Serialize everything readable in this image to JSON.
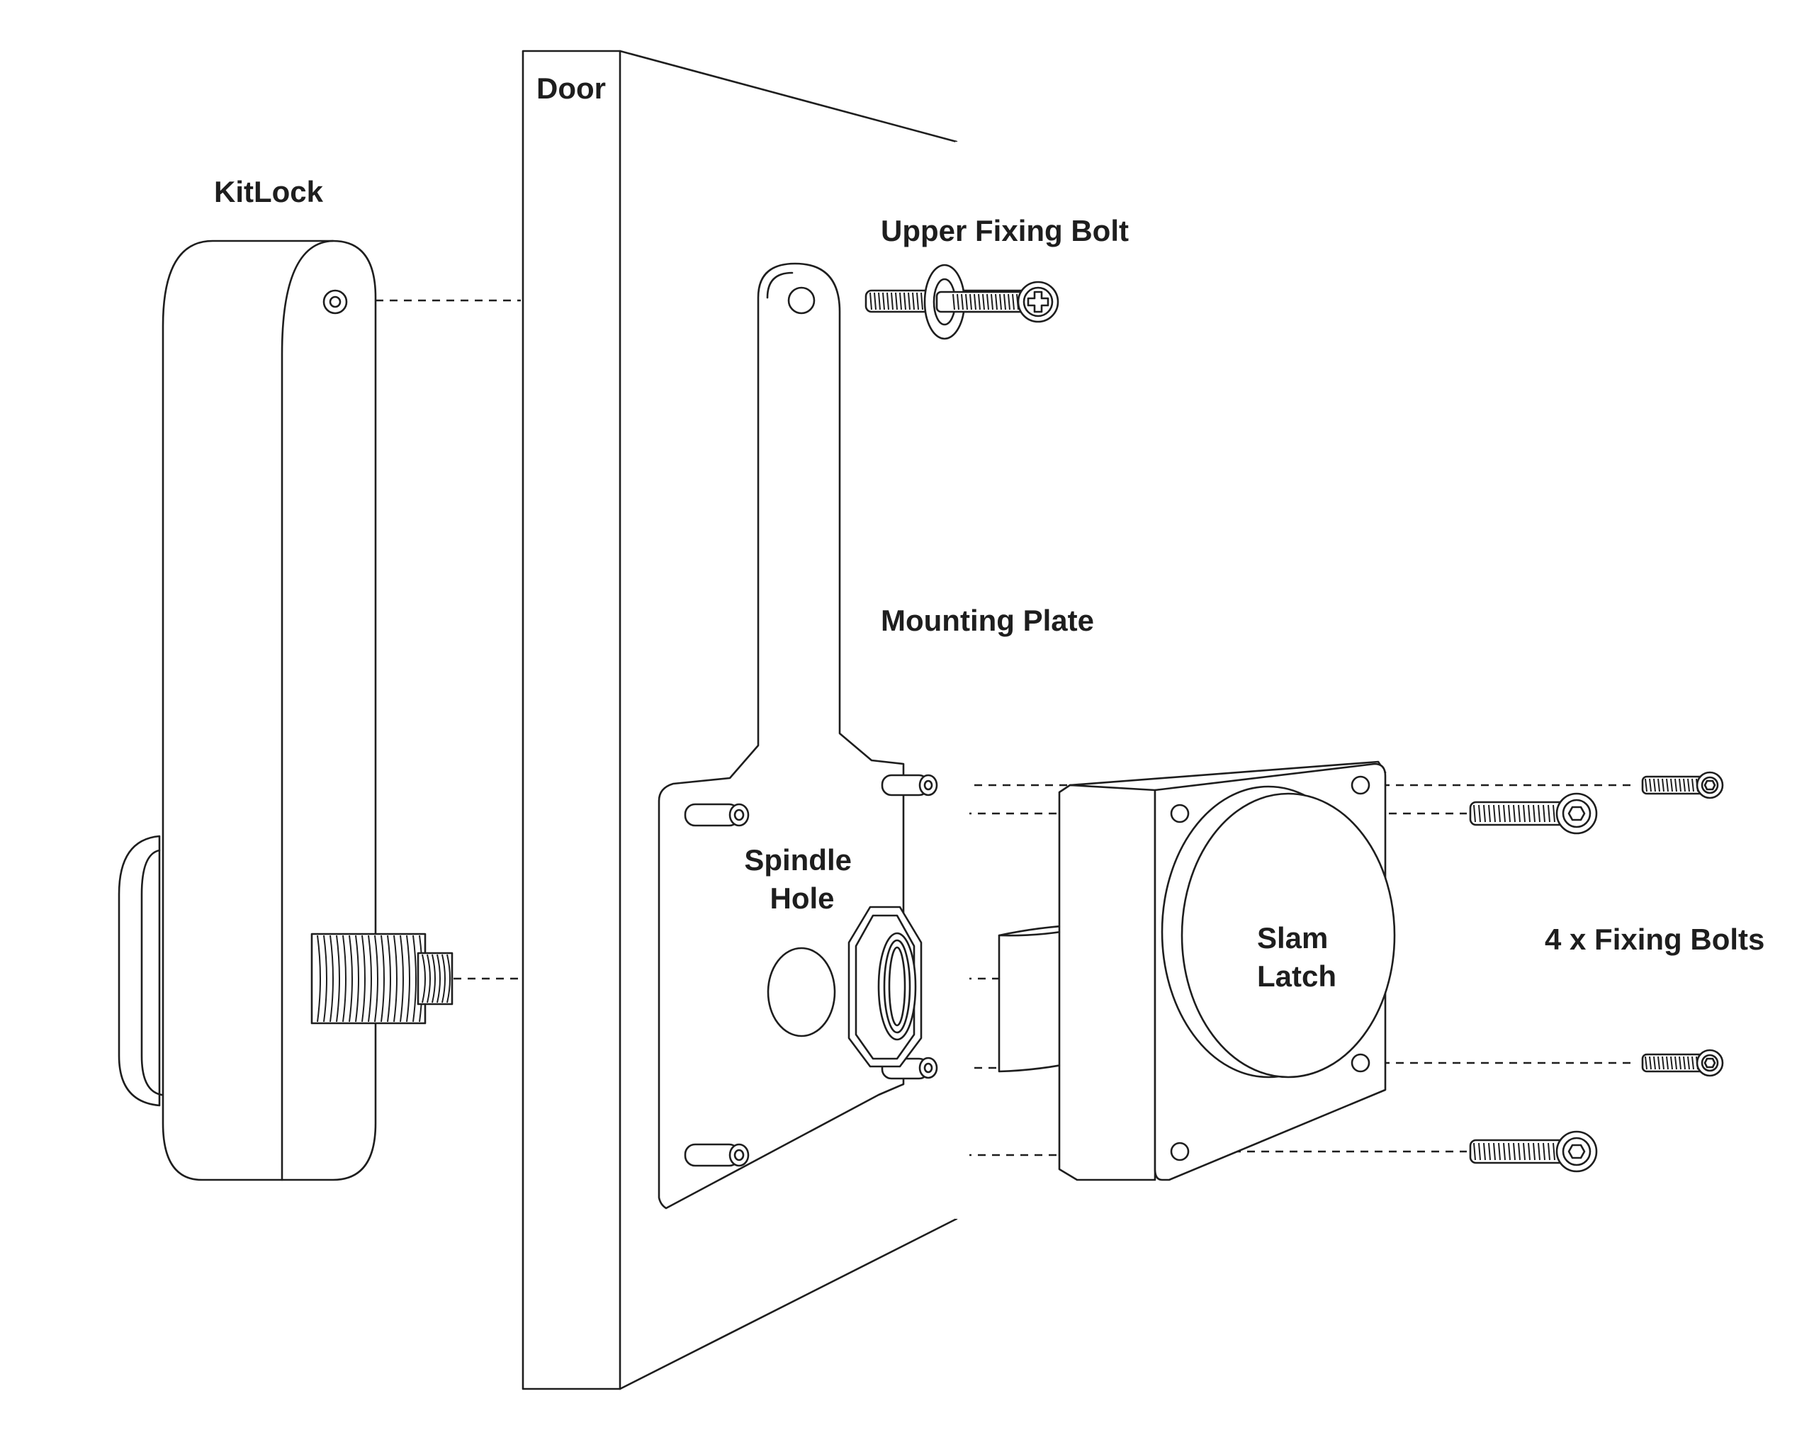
{
  "diagram": {
    "labels": {
      "door": "Door",
      "kitlock": "KitLock",
      "upper_fixing_bolt": "Upper Fixing Bolt",
      "mounting_plate": "Mounting Plate",
      "spindle_hole": [
        "Spindle",
        "Hole"
      ],
      "slam_latch": [
        "Slam",
        "Latch"
      ],
      "fixing_bolts": "4 x Fixing Bolts"
    },
    "colors": {
      "line": "#1e1e1e",
      "background": "#ffffff"
    }
  }
}
